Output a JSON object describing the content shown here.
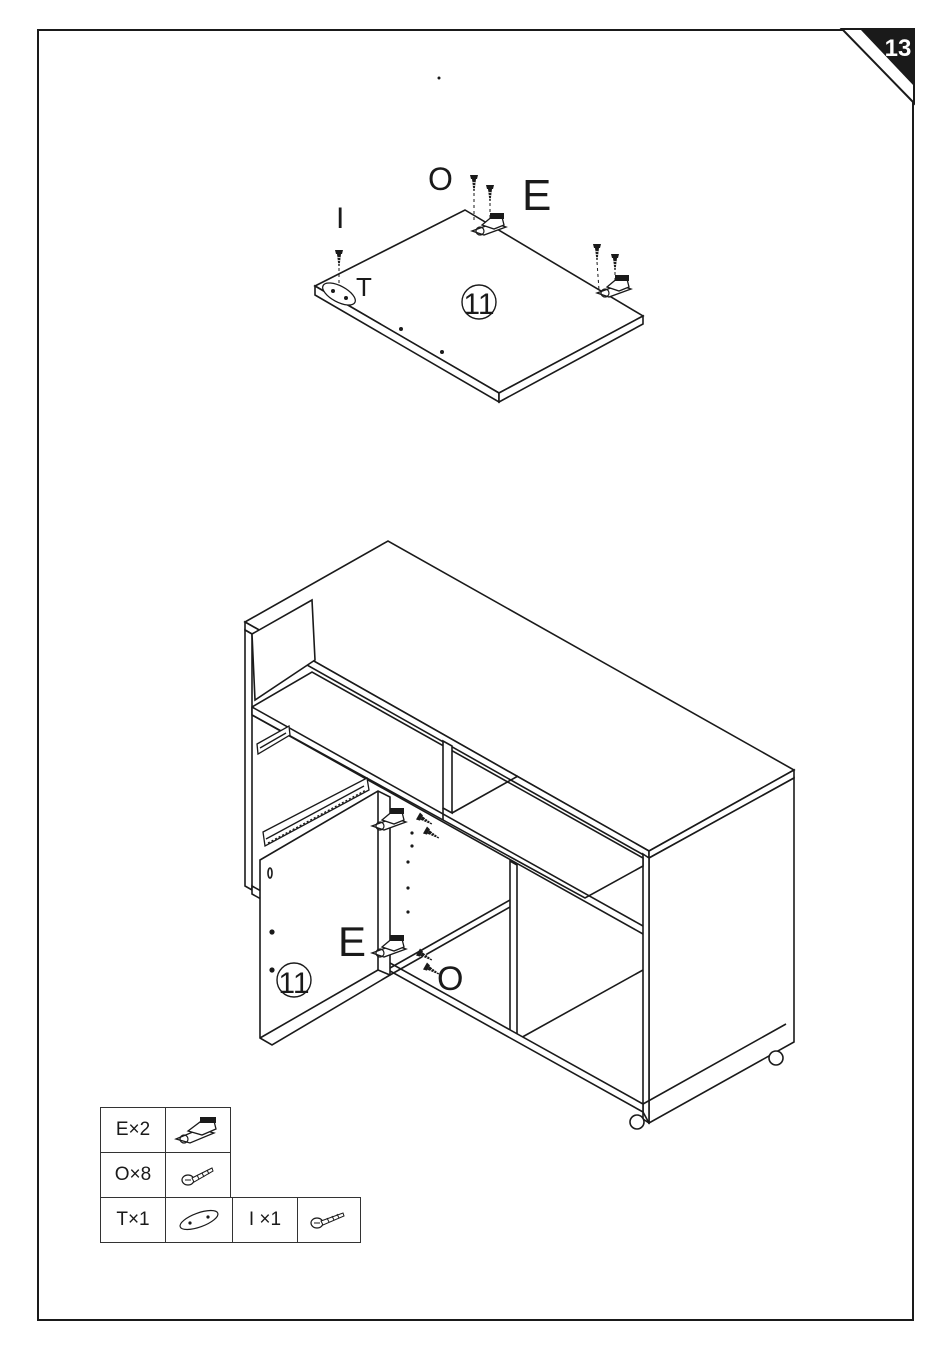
{
  "step": {
    "number": "13",
    "badge_color": "#1a1a1a"
  },
  "top_view": {
    "panel_label": "11",
    "labels": {
      "I": "I",
      "O": "O",
      "E": "E",
      "T": "T"
    }
  },
  "bottom_view": {
    "panel_label": "11",
    "labels": {
      "E": "E",
      "O": "O"
    }
  },
  "parts": [
    {
      "label": "E×2",
      "icon": "hinge-icon"
    },
    {
      "label": "O×8",
      "icon": "screw-icon"
    },
    {
      "label": "T×1",
      "icon": "plate-icon"
    },
    {
      "label": "I ×1",
      "icon": "screw-icon"
    }
  ]
}
